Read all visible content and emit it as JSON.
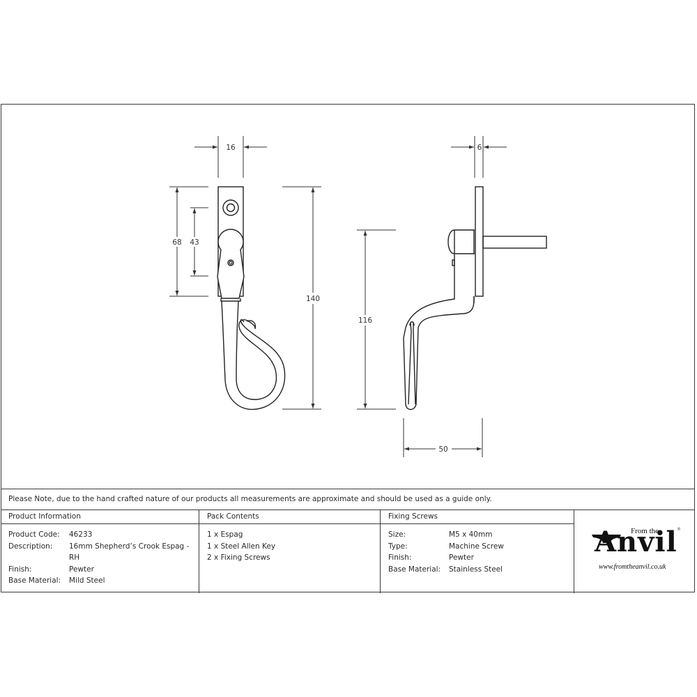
{
  "drawing": {
    "front_view": {
      "dimensions": {
        "width": "16",
        "backplate_height": "68",
        "fixing_centres": "43",
        "overall_height": "140"
      }
    },
    "side_view": {
      "dimensions": {
        "backplate_depth": "6",
        "handle_drop": "116",
        "projection": "50"
      }
    }
  },
  "note": "Please Note, due to the hand crafted nature of our products all measurements are approximate and should be used as a guide only.",
  "product_information": {
    "title": "Product Information",
    "rows": [
      {
        "label": "Product Code:",
        "value": "46233"
      },
      {
        "label": "Description:",
        "value": "16mm Shepherd’s Crook Espag - RH"
      },
      {
        "label": "Finish:",
        "value": "Pewter"
      },
      {
        "label": "Base Material:",
        "value": "Mild Steel"
      }
    ]
  },
  "pack_contents": {
    "title": "Pack Contents",
    "items": [
      "1 x Espag",
      "1 x Steel Allen Key",
      "2 x Fixing Screws"
    ]
  },
  "fixing_screws": {
    "title": "Fixing Screws",
    "rows": [
      {
        "label": "Size:",
        "value": "M5 x 40mm"
      },
      {
        "label": "Type:",
        "value": "Machine Screw"
      },
      {
        "label": "Finish:",
        "value": "Pewter"
      },
      {
        "label": "Base Material:",
        "value": "Stainless Steel"
      }
    ]
  },
  "logo": {
    "from_the": "From the",
    "brand": "Anvil",
    "url": "www.fromtheanvil.co.uk",
    "registered": "®"
  }
}
